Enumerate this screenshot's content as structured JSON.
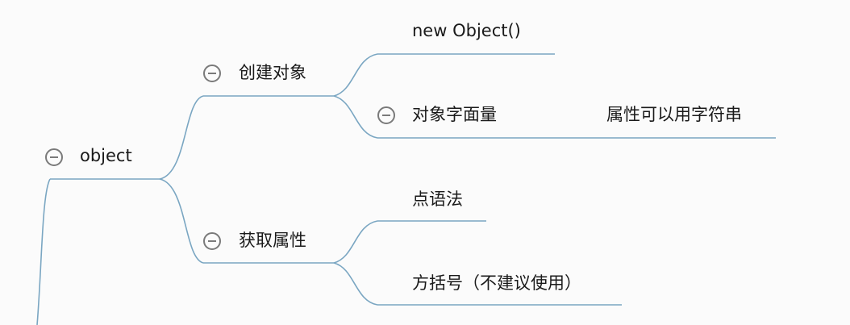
{
  "diagram": {
    "line_color": "#7aa6c2",
    "nodes": {
      "root": {
        "label": "object",
        "collapsible": true
      },
      "create": {
        "label": "创建对象",
        "collapsible": true
      },
      "create_new": {
        "label": "new Object()"
      },
      "create_literal": {
        "label": "对象字面量",
        "collapsible": true
      },
      "literal_note": {
        "label": "属性可以用字符串"
      },
      "get": {
        "label": "获取属性",
        "collapsible": true
      },
      "get_dot": {
        "label": "点语法"
      },
      "get_bracket": {
        "label": "方括号（不建议使用）"
      }
    }
  }
}
